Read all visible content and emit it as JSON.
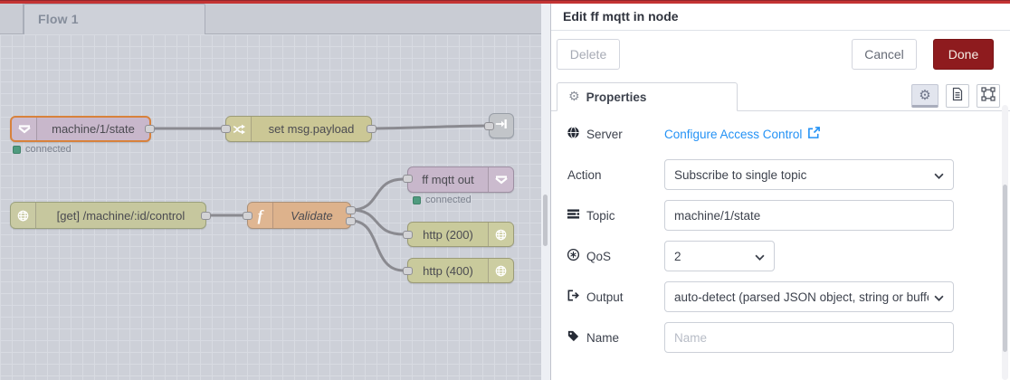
{
  "flow": {
    "tab_label": "Flow 1",
    "nodes": {
      "mqtt_in": {
        "label": "machine/1/state",
        "status": "connected"
      },
      "change": {
        "label": "set msg.payload"
      },
      "http_in": {
        "label": "[get] /machine/:id/control"
      },
      "function": {
        "label": "Validate"
      },
      "mqtt_out": {
        "label": "ff mqtt out",
        "status": "connected"
      },
      "http_response_200": {
        "label": "http (200)"
      },
      "http_response_400": {
        "label": "http (400)"
      }
    }
  },
  "panel": {
    "title": "Edit ff mqtt in node",
    "buttons": {
      "delete": "Delete",
      "cancel": "Cancel",
      "done": "Done"
    },
    "tabs": {
      "properties": "Properties"
    },
    "fields": {
      "server": {
        "label": "Server",
        "link": "Configure Access Control"
      },
      "action": {
        "label": "Action",
        "value": "Subscribe to single topic"
      },
      "topic": {
        "label": "Topic",
        "value": "machine/1/state"
      },
      "qos": {
        "label": "QoS",
        "value": "2"
      },
      "output": {
        "label": "Output",
        "value": "auto-detect (parsed JSON object, string or buffer)"
      },
      "name": {
        "label": "Name",
        "placeholder": "Name"
      }
    }
  },
  "icons": {
    "gear": "⚙",
    "function_f": "f"
  },
  "colors": {
    "top_bar": "#c43434",
    "done_button": "#8e1b1e",
    "link_blue": "#2492f5",
    "status_green": "#4f9b7f",
    "selected_node_border": "#d8823c",
    "node_mqtt_purple": "#c8b7cb",
    "node_olive": "#cbc795",
    "node_function_tan": "#ddb28c"
  }
}
